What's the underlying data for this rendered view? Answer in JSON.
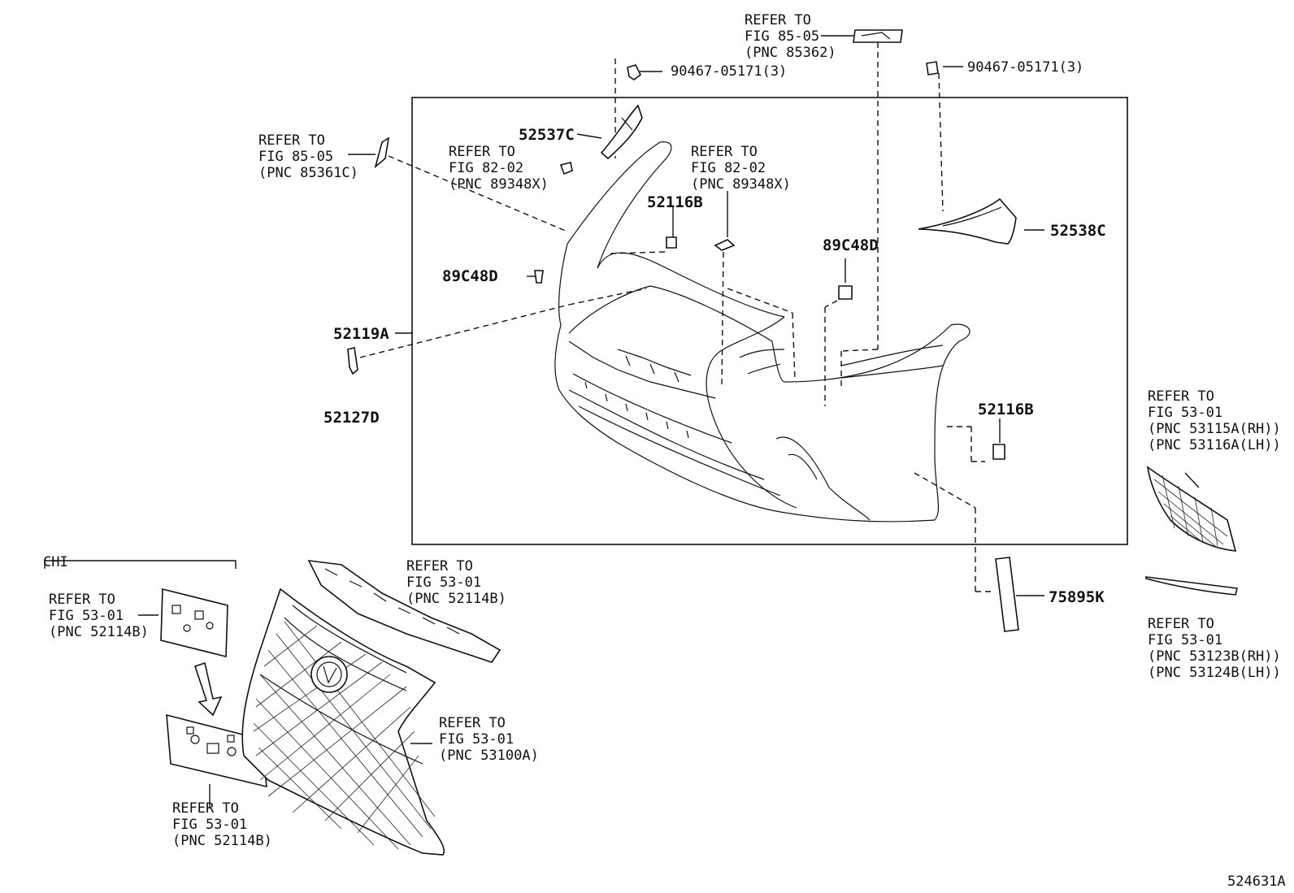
{
  "refs": {
    "r_85362": [
      "REFER TO",
      "FIG 85-05",
      "(PNC 85362)"
    ],
    "r_85361c": [
      "REFER TO",
      "FIG 85-05",
      "(PNC 85361C)"
    ],
    "r_89348x_left": [
      "REFER TO",
      "FIG 82-02",
      "(PNC 89348X)"
    ],
    "r_89348x_right": [
      "REFER TO",
      "FIG 82-02",
      "(PNC 89348X)"
    ],
    "r_53115a": [
      "REFER TO",
      "FIG 53-01",
      "(PNC 53115A(RH))",
      "(PNC 53116A(LH))"
    ],
    "r_52114b_top": [
      "REFER TO",
      "FIG 53-01",
      "(PNC 52114B)"
    ],
    "r_52114b_chi": [
      "REFER TO",
      "FIG 53-01",
      "(PNC 52114B)"
    ],
    "r_52114b_bottom": [
      "REFER TO",
      "FIG 53-01",
      "(PNC 52114B)"
    ],
    "r_53100a": [
      "REFER TO",
      "FIG 53-01",
      "(PNC 53100A)"
    ],
    "r_53123b": [
      "REFER TO",
      "FIG 53-01",
      "(PNC 53123B(RH))",
      "(PNC 53124B(LH))"
    ]
  },
  "parts": {
    "bolt_left": "90467-05171(3)",
    "bolt_right": "90467-05171(3)",
    "p52537c": "52537C",
    "p52538c": "52538C",
    "p52116b_top": "52116B",
    "p52116b_right": "52116B",
    "p89c48d_left": "89C48D",
    "p89c48d_right": "89C48D",
    "p52119a": "52119A",
    "p52127d": "52127D",
    "p75895k": "75895K"
  },
  "chi_label": "CHI",
  "figure_id": "524631A"
}
